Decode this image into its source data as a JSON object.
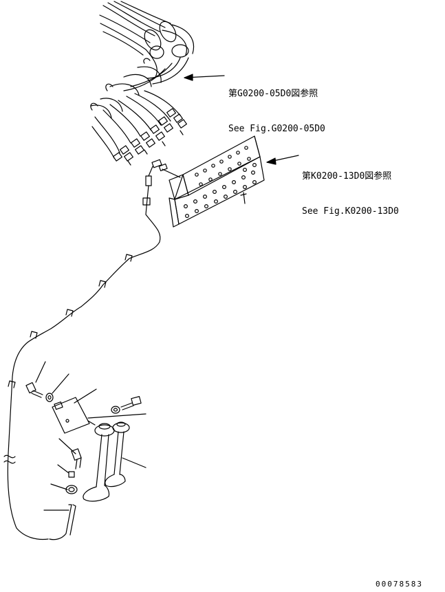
{
  "references": [
    {
      "line_jp": "第G0200-05D0図参照",
      "line_en": "See Fig.G0200-05D0"
    },
    {
      "line_jp": "第K0200-13D0図参照",
      "line_en": "See Fig.K0200-13D0"
    }
  ],
  "drawing_id": "00078583"
}
